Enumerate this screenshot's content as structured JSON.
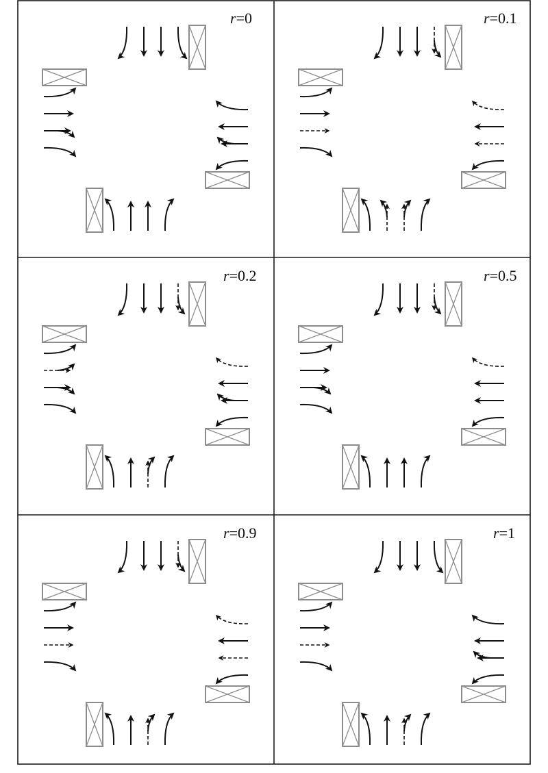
{
  "panels": [
    {
      "label_var": "r",
      "label_value": "=0",
      "lanes": {
        "north": [
          "left",
          "through",
          "through",
          "right"
        ],
        "east": [
          "left",
          "through",
          "left-through",
          "right"
        ],
        "south": [
          "left",
          "through",
          "through",
          "right"
        ],
        "west": [
          "left",
          "left-through",
          "through",
          "right"
        ]
      },
      "dashed": {
        "north": [],
        "east": [],
        "south": [],
        "west": []
      }
    },
    {
      "label_var": "r",
      "label_value": "=0.1",
      "lanes": {
        "north": [
          "left",
          "through",
          "through",
          "through-right"
        ],
        "east": [
          "left",
          "through",
          "through",
          "right"
        ],
        "south": [
          "left",
          "through-left",
          "through-right",
          "right"
        ],
        "west": [
          "left",
          "through",
          "through",
          "right"
        ]
      },
      "dashed": {
        "north": [
          3
        ],
        "east": [
          0,
          2
        ],
        "south": [
          1,
          2
        ],
        "west": [
          1
        ]
      }
    },
    {
      "label_var": "r",
      "label_value": "=0.2",
      "lanes": {
        "north": [
          "left",
          "through",
          "through",
          "through-right"
        ],
        "east": [
          "left",
          "through",
          "left-through",
          "right"
        ],
        "south": [
          "left",
          "through-left",
          "through",
          "right"
        ],
        "west": [
          "left",
          "left-through",
          "through-right",
          "right"
        ]
      },
      "dashed": {
        "north": [
          3
        ],
        "east": [
          0
        ],
        "south": [
          1
        ],
        "west": [
          2
        ]
      }
    },
    {
      "label_var": "r",
      "label_value": "=0.5",
      "lanes": {
        "north": [
          "left",
          "through",
          "through",
          "through-right"
        ],
        "east": [
          "left",
          "through",
          "through",
          "right"
        ],
        "south": [
          "left",
          "through",
          "through",
          "right"
        ],
        "west": [
          "left",
          "left-through",
          "through",
          "right"
        ]
      },
      "dashed": {
        "north": [
          3
        ],
        "east": [
          0
        ],
        "south": [],
        "west": []
      }
    },
    {
      "label_var": "r",
      "label_value": "=0.9",
      "lanes": {
        "north": [
          "left",
          "through",
          "through",
          "through-right"
        ],
        "east": [
          "left",
          "through",
          "through",
          "right"
        ],
        "south": [
          "left",
          "through-left",
          "through",
          "right"
        ],
        "west": [
          "left",
          "through",
          "through",
          "right"
        ]
      },
      "dashed": {
        "north": [
          3
        ],
        "east": [
          0,
          2
        ],
        "south": [
          1
        ],
        "west": [
          1
        ]
      }
    },
    {
      "label_var": "r",
      "label_value": "=1",
      "lanes": {
        "north": [
          "left",
          "through",
          "through",
          "right"
        ],
        "east": [
          "left",
          "through",
          "left-through",
          "right"
        ],
        "south": [
          "left",
          "through-left",
          "through",
          "right"
        ],
        "west": [
          "left",
          "through",
          "through",
          "right"
        ]
      },
      "dashed": {
        "north": [],
        "east": [],
        "south": [
          1
        ],
        "west": [
          1
        ]
      }
    }
  ]
}
